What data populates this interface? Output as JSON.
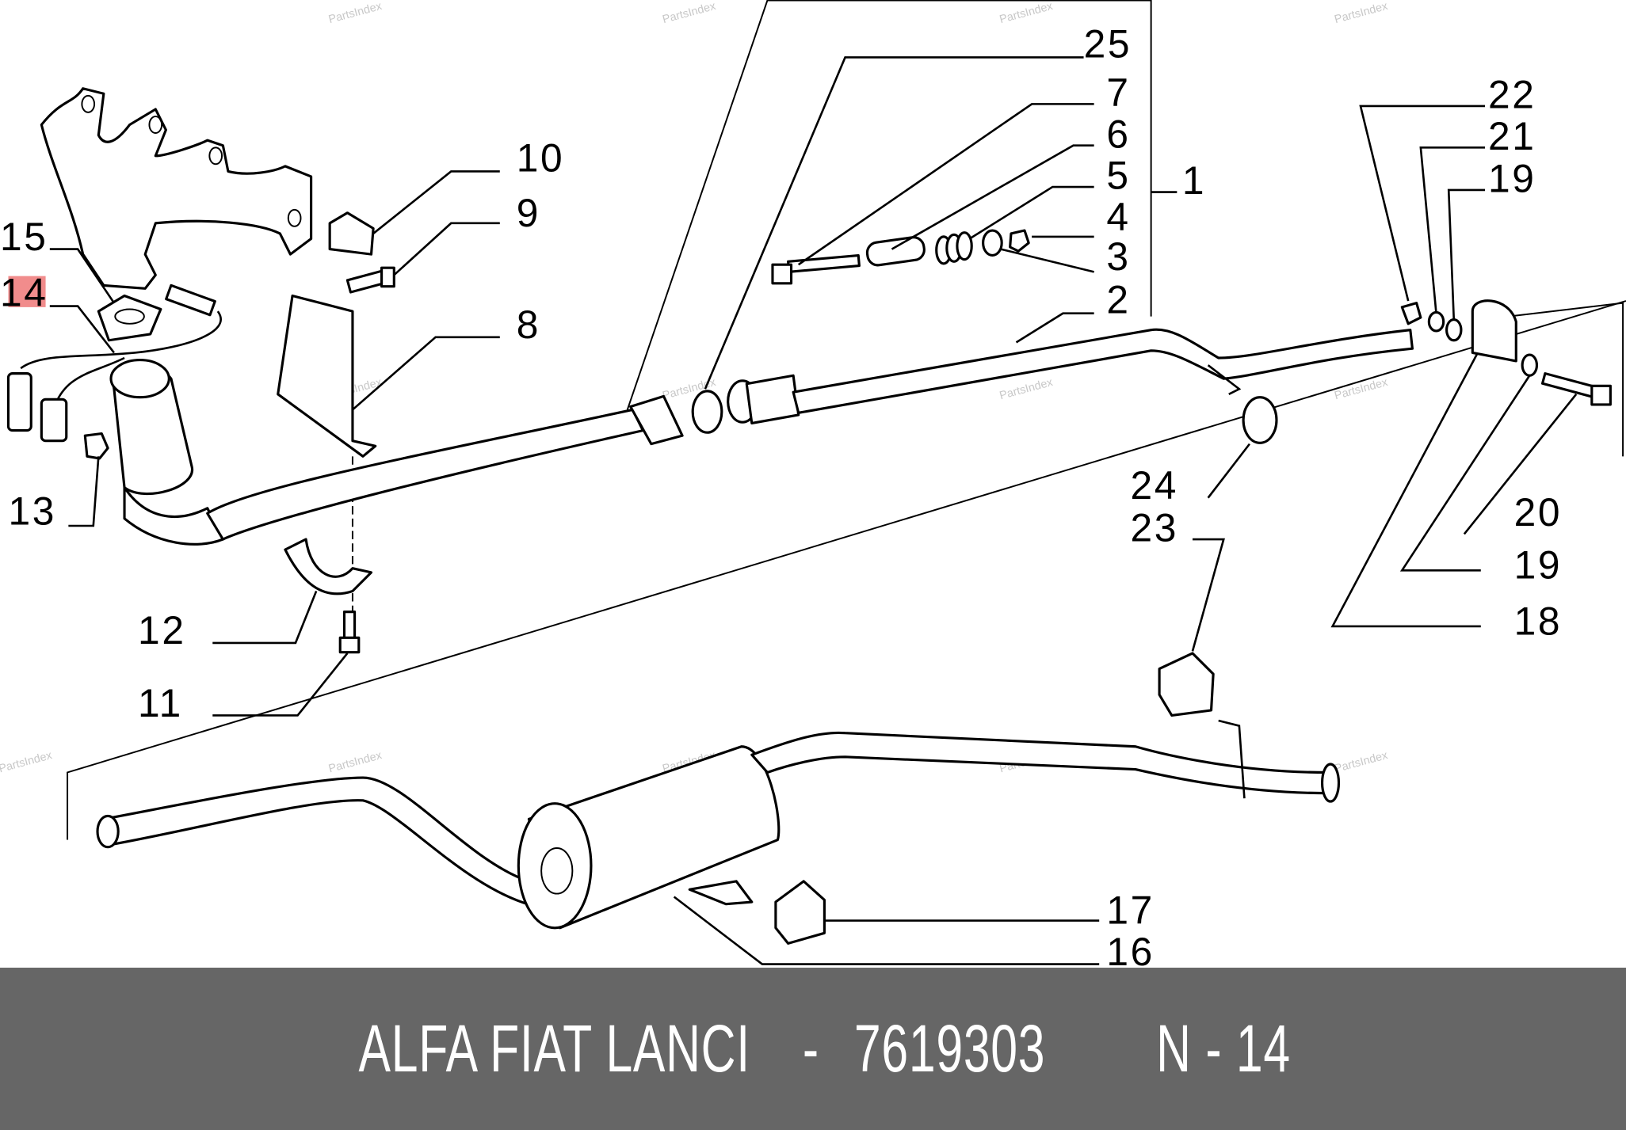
{
  "callouts": [
    "25",
    "7",
    "6",
    "5",
    "4",
    "3",
    "2",
    "1",
    "22",
    "21",
    "19",
    "20",
    "19",
    "18",
    "24",
    "23",
    "17",
    "16",
    "10",
    "9",
    "8",
    "15",
    "14",
    "13",
    "12",
    "11"
  ],
  "highlighted_callout": "14",
  "highlight_color": "#f08080",
  "watermark": "PartsIndex",
  "footer": {
    "brand": "ALFA FIAT LANCI",
    "separator": " - ",
    "part_number": "7619303",
    "reference": "N - 14",
    "background": "#666666"
  }
}
